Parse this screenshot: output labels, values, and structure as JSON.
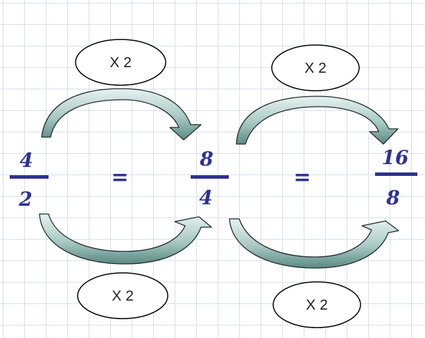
{
  "fractions": [
    {
      "numerator": "4",
      "denominator": "2"
    },
    {
      "numerator": "8",
      "denominator": "4"
    },
    {
      "numerator": "16",
      "denominator": "8"
    }
  ],
  "equals": [
    "=",
    "="
  ],
  "multipliers": {
    "top_left": "X 2",
    "top_right": "X 2",
    "bottom_left": "X 2",
    "bottom_right": "X 2"
  },
  "colors": {
    "fraction_text": "#2e3192",
    "arrow_fill_light": "#e6f2f0",
    "arrow_fill_dark": "#5c8a84",
    "grid_line": "#d7e0ec"
  }
}
